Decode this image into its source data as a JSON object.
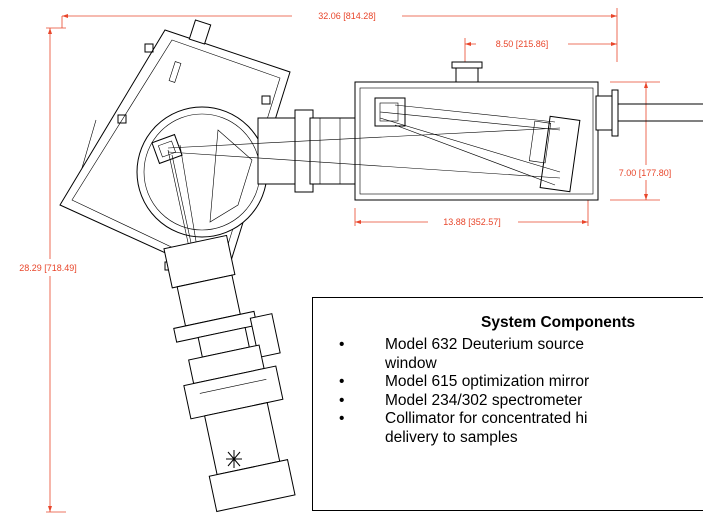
{
  "dimensions": {
    "overall_width": "32.06 [814.28]",
    "outlet_width": "8.50 [215.86]",
    "height": "7.00 [177.80]",
    "spectrometer_length": "13.88 [352.57]",
    "overall_height": "28.29 [718.49]"
  },
  "components": {
    "title": "System Components",
    "items": [
      {
        "line1": "Model 632 Deuterium source",
        "line2": "window"
      },
      {
        "line1": "Model 615 optimization mirror",
        "line2": ""
      },
      {
        "line1": "Model 234/302 spectrometer",
        "line2": ""
      },
      {
        "line1": "Collimator for concentrated hi",
        "line2": "delivery to samples"
      }
    ],
    "bullet": "•"
  },
  "colors": {
    "dimension": "#e8462b",
    "line": "#000000"
  }
}
